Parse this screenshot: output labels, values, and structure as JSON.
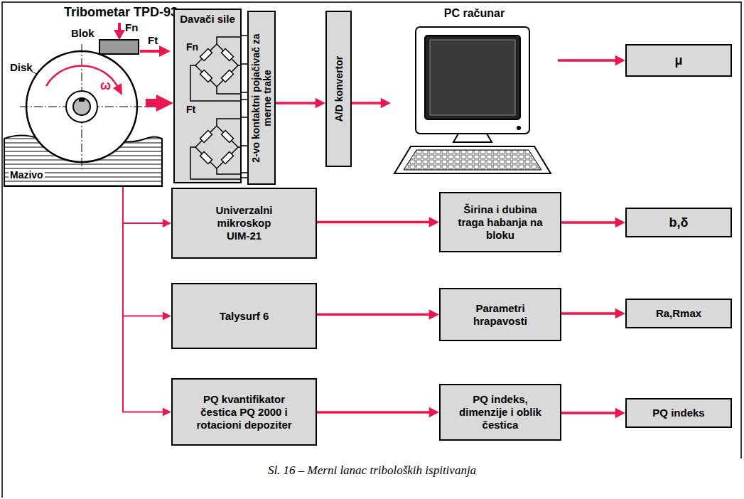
{
  "diagram": {
    "caption": "Sl. 16 – Merni lanac triboloških ispitivanja",
    "nodes": [
      {
        "text": [
          "Tribometar TPD-93"
        ]
      },
      {
        "text": [
          "Davači sile"
        ]
      },
      {
        "text": [
          "2-vo kontaktni pojačivač za merne trake"
        ]
      },
      {
        "text": [
          "A/D konvertor"
        ]
      },
      {
        "text": [
          "PC računar"
        ]
      },
      {
        "text": [
          "μ"
        ]
      },
      {
        "text": [
          "Univerzalni mikroskop UIM-21"
        ]
      },
      {
        "text": [
          "Širina i dubina traga habanja na bloku"
        ]
      },
      {
        "text": [
          "b,δ"
        ]
      },
      {
        "text": [
          "Talysurf 6"
        ]
      },
      {
        "text": [
          "Parametri hrapavosti"
        ]
      },
      {
        "text": [
          "Ra,Rmax"
        ]
      },
      {
        "text": [
          "PQ kvantifikator čestica PQ 2000 i rotacioni depoziter"
        ]
      },
      {
        "text": [
          "PQ indeks, dimenzije i oblik čestica"
        ]
      },
      {
        "text": [
          "PQ indeks"
        ]
      }
    ],
    "edges": [
      {
        "from": 0,
        "to": 1,
        "arrow": "to"
      },
      {
        "from": 1,
        "to": 2,
        "arrow": "none"
      },
      {
        "from": 2,
        "to": 3,
        "arrow": "to"
      },
      {
        "from": 3,
        "to": 4,
        "arrow": "to"
      },
      {
        "from": 4,
        "to": 5,
        "arrow": "to"
      },
      {
        "from": 0,
        "to": 6,
        "arrow": "to"
      },
      {
        "from": 6,
        "to": 7,
        "arrow": "to"
      },
      {
        "from": 7,
        "to": 8,
        "arrow": "to"
      },
      {
        "from": 0,
        "to": 9,
        "arrow": "to"
      },
      {
        "from": 9,
        "to": 10,
        "arrow": "to"
      },
      {
        "from": 10,
        "to": 11,
        "arrow": "to"
      },
      {
        "from": 0,
        "to": 12,
        "arrow": "to"
      },
      {
        "from": 12,
        "to": 13,
        "arrow": "to"
      },
      {
        "from": 13,
        "to": 14,
        "arrow": "to"
      }
    ],
    "labels": [
      "Blok",
      "Fn",
      "Ft",
      "Disk",
      "ω",
      "Mazivo",
      "Fn",
      "Ft"
    ]
  }
}
